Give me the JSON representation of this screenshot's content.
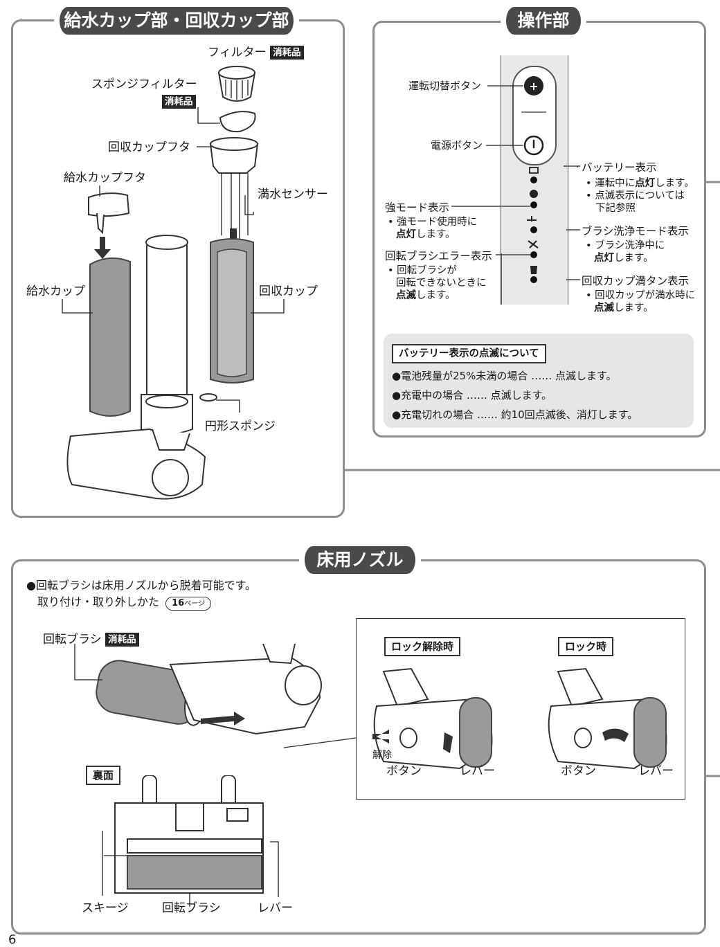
{
  "cup": {
    "title": "給水カップ部・回収カップ部",
    "consumable": "消耗品",
    "filter": "フィルター",
    "sponge_filter": "スポンジフィルター",
    "recovery_lid": "回収カップフタ",
    "supply_lid": "給水カップフタ",
    "full_sensor": "満水センサー",
    "supply_cup": "給水カップ",
    "recovery_cup": "回収カップ",
    "round_sponge": "円形スポンジ"
  },
  "ops": {
    "title": "操作部",
    "mode_button": "運転切替ボタン",
    "power_button": "電源ボタン",
    "battery": "バッテリー表示",
    "battery_note1": "• 運転中に",
    "battery_note1_bold": "点灯",
    "battery_note1_end": "します。",
    "battery_note2": "• 点滅表示については",
    "battery_note3": "下記参照",
    "strong": "強モード表示",
    "strong_note1": "• 強モード使用時に",
    "strong_note2_bold": "点灯",
    "strong_note2": "します。",
    "brush_wash": "ブラシ洗浄モード表示",
    "brush_wash_note1": "• ブラシ洗浄中に",
    "brush_wash_note2_bold": "点灯",
    "brush_wash_note2": "します。",
    "brush_error": "回転ブラシエラー表示",
    "brush_error_note1": "• 回転ブラシが",
    "brush_error_note2": "回転できないときに",
    "brush_error_note3_bold": "点滅",
    "brush_error_note3": "します。",
    "tank_full": "回収カップ満タン表示",
    "tank_full_note1": "• 回収カップが満水時に",
    "tank_full_note2_bold": "点滅",
    "tank_full_note2": "します。",
    "blink_box": {
      "title": "バッテリー表示の点滅について",
      "rows": [
        "●電池残量が25%未満の場合 …… 点滅します。",
        "●充電中の場合 …… 点滅します。",
        "●充電切れの場合 …… 約10回点滅後、消灯します。"
      ]
    }
  },
  "nozzle": {
    "title": "床用ノズル",
    "note1": "●回転ブラシは床用ノズルから脱着可能です。",
    "note2": "取り付け・取り外しかた",
    "page_ref_num": "16",
    "page_ref_unit": "ページ",
    "brush": "回転ブラシ",
    "consumable": "消耗品",
    "unlock": "ロック解除時",
    "lock": "ロック時",
    "release": "解除",
    "button": "ボタン",
    "lever": "レバー",
    "back": "裏面",
    "squeegee": "スキージ",
    "brush_bottom": "回転ブラシ",
    "lever_bottom": "レバー"
  },
  "page_number": "6"
}
